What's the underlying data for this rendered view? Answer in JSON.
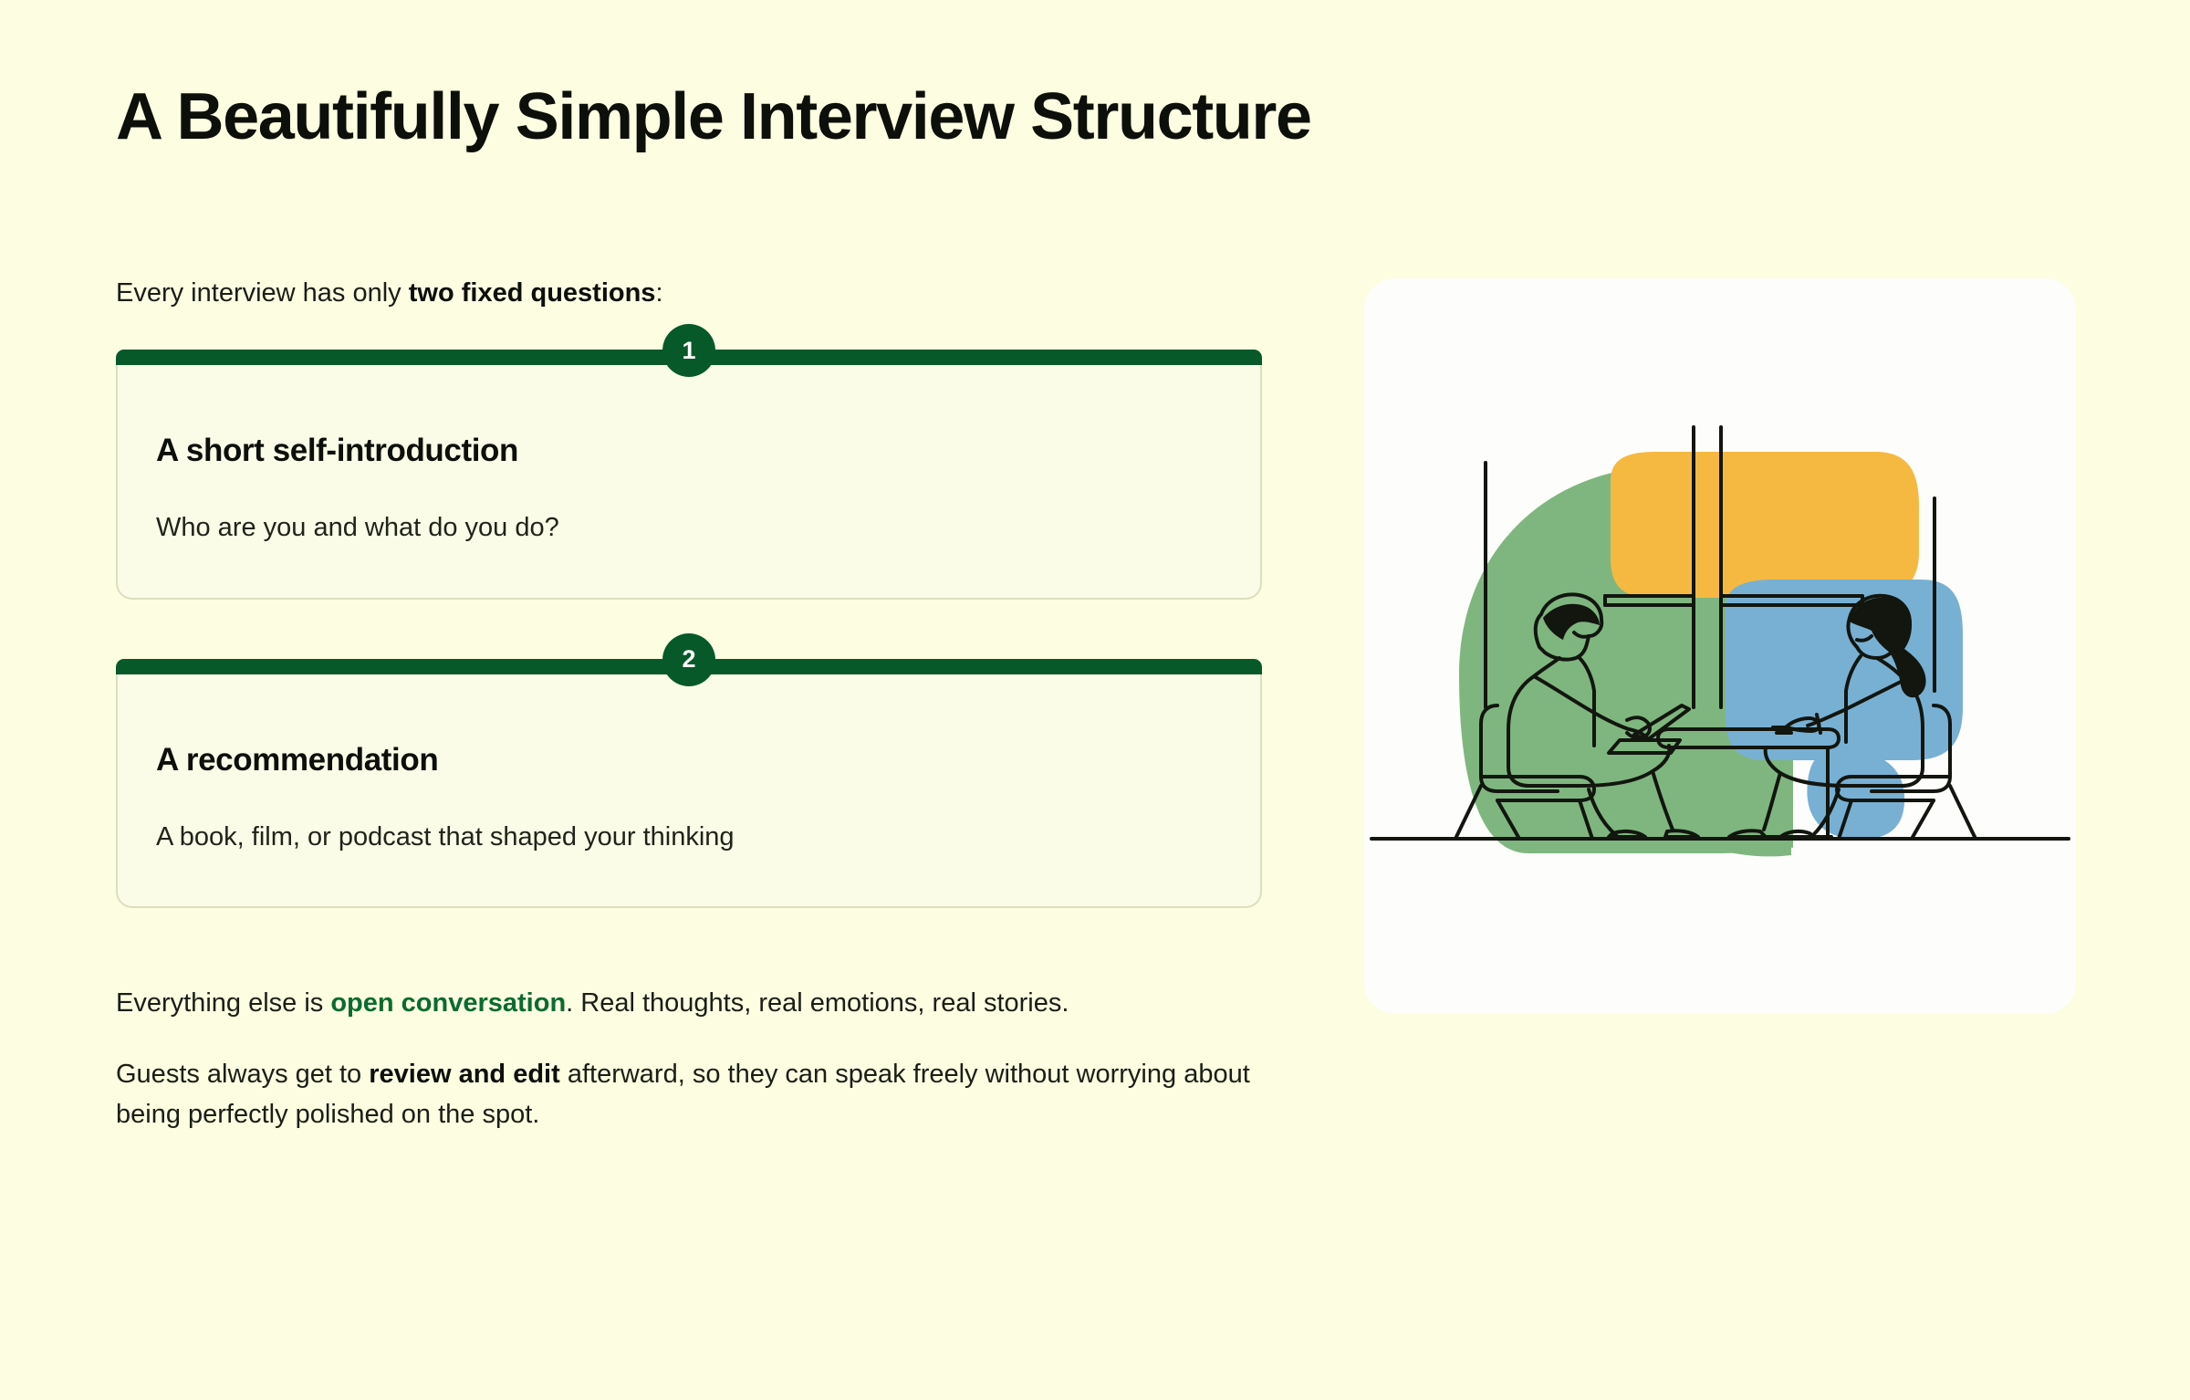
{
  "page": {
    "background_color": "#FCFDE1",
    "title": "A Beautifully Simple Interview Structure"
  },
  "intro": {
    "prefix": "Every interview has only ",
    "emphasis": "two fixed questions",
    "suffix": ":"
  },
  "questions": [
    {
      "number": "1",
      "title": "A short self-introduction",
      "subtitle": "Who are you and what do you do?"
    },
    {
      "number": "2",
      "title": "A recommendation",
      "subtitle": "A book, film, or podcast that shaped your thinking"
    }
  ],
  "closing": {
    "p1_prefix": "Everything else is ",
    "p1_accent": "open conversation",
    "p1_suffix": ". Real thoughts, real emotions, real stories.",
    "p2_prefix": "Guests always get to ",
    "p2_emphasis": "review and edit",
    "p2_suffix": " afterward, so they can speak freely without worrying about being perfectly polished on the spot."
  },
  "illustration": {
    "name": "two-people-interview-line-art",
    "description": "Line-art illustration of two people seated across a table by a window, one with a laptop",
    "panel_background": "#FDFDFB",
    "blob_green": "#7FB67F",
    "blob_orange": "#F5B942",
    "blob_blue": "#78B0D4",
    "line_color": "#12160F"
  },
  "colors": {
    "accent_green": "#08592A",
    "accent_green_text": "#0A6B2E",
    "card_background": "#FAFCE7",
    "card_border": "#DBDFBD",
    "text_primary": "#0C0F0A",
    "text_body": "#1A1E16"
  }
}
